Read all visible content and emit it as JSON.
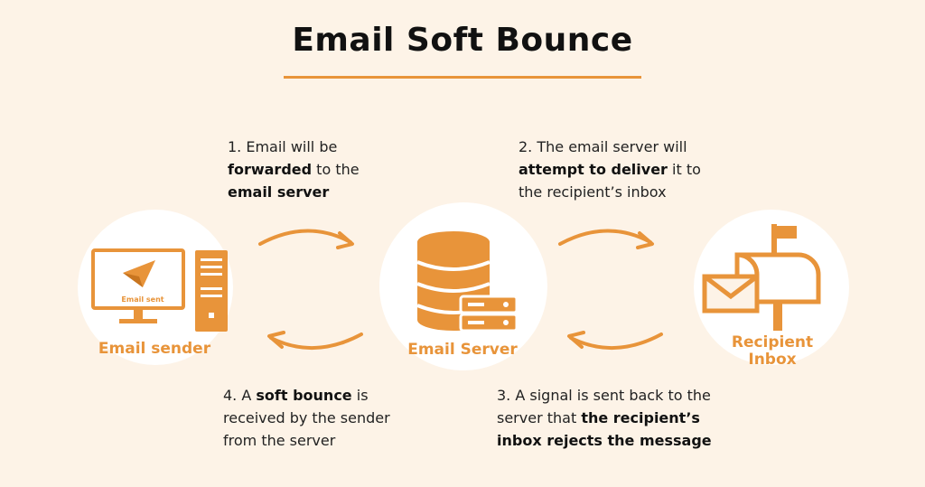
{
  "title": "Email Soft Bounce",
  "colors": {
    "accent": "#e8943a",
    "background": "#fdf3e7",
    "circle": "#ffffff"
  },
  "nodes": {
    "sender": {
      "label": "Email sender",
      "screen_text": "Email sent",
      "icon": "computer-icon"
    },
    "server": {
      "label": "Email Server",
      "icon": "database-server-icon"
    },
    "recipient": {
      "label_line1": "Recipient",
      "label_line2": "Inbox",
      "icon": "mailbox-icon"
    }
  },
  "steps": {
    "step1": {
      "a": "1. Email will be",
      "b1": "forwarded",
      "b2": " to the",
      "c": "email server"
    },
    "step2": {
      "a": "2. The email server will",
      "b1": "attempt to deliver",
      "b2": " it to",
      "c": "the recipient’s inbox"
    },
    "step3": {
      "a": "3. A signal is sent back to the",
      "b1": "server that ",
      "b2": "the recipient’s",
      "c": "inbox rejects the message"
    },
    "step4": {
      "a1": "4. A ",
      "a2": "soft bounce",
      "a3": " is",
      "b": "received by the sender",
      "c": "from the server"
    }
  }
}
